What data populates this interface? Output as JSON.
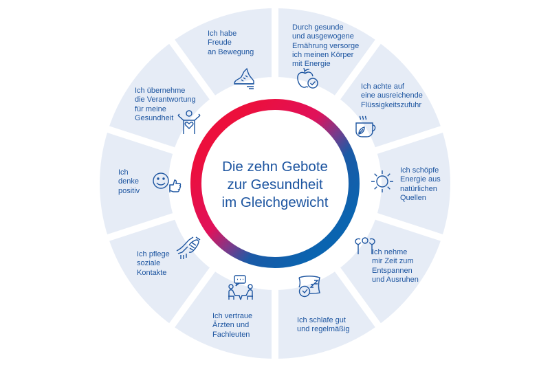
{
  "title": "Die zehn Gebote\nzur Gesundheit\nim Gleichgewicht",
  "colors": {
    "segment": "#e6ecf6",
    "text": "#1d55a0",
    "ring_red": "#ec0f3c",
    "ring_magenta": "#d4136e",
    "ring_blue": "#0a5aa8"
  },
  "segments": [
    {
      "label": "Ich habe\nFreude\nan Bewegung",
      "icon": "shoe-icon"
    },
    {
      "label": "Durch gesunde\nund ausgewogene\nErnährung versorge\nich meinen Körper\nmit Energie",
      "icon": "apple-check-icon"
    },
    {
      "label": "Ich achte auf\neine ausreichende\nFlüssigkeitszufuhr",
      "icon": "tea-cup-icon"
    },
    {
      "label": "Ich schöpfe\nEnergie aus\nnatürlichen\nQuellen",
      "icon": "sun-icon"
    },
    {
      "label": "Ich nehme\nmir Zeit zum\nEntspannen\nund Ausruhen",
      "icon": "relaxing-person-icon"
    },
    {
      "label": "Ich schlafe gut\nund regelmäßig",
      "icon": "pillow-clock-icon"
    },
    {
      "label": "Ich vertraue\nÄrzten und\nFachleuten",
      "icon": "consultation-icon"
    },
    {
      "label": "Ich pflege\nsoziale\nKontakte",
      "icon": "handshake-icon"
    },
    {
      "label": "Ich\ndenke\npositiv",
      "icon": "smiley-thumbs-up-icon"
    },
    {
      "label": "Ich übernehme\ndie Verantwortung\nfür meine\nGesundheit",
      "icon": "person-heart-icon"
    }
  ]
}
